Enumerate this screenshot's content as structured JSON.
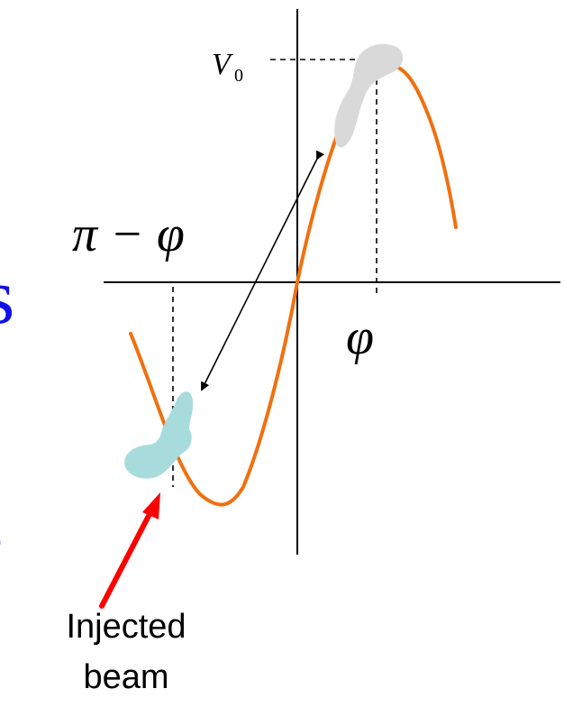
{
  "labels": {
    "v0": "V",
    "v0_sub": "0",
    "pi_minus_phi": "π − φ",
    "phi": "φ",
    "caption_line1": "Injected",
    "caption_line2": "beam"
  },
  "clipped_text": {
    "line1": "s",
    "line2": "d",
    "line3": "g"
  },
  "colors": {
    "curve": "#F07010",
    "axes": "#000000",
    "dashed": "#000000",
    "bunch_top": "#D9D9D9",
    "bunch_bottom": "#A8DCDC",
    "arrow_injected": "#FF0000",
    "clipped_text": "#1010E8"
  }
}
